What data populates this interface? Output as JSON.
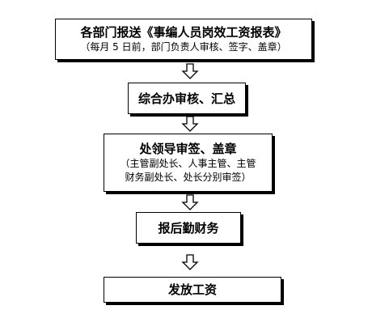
{
  "steps": [
    {
      "title": "各部门报送《事编人员岗效工资报表》",
      "note": "（每月 5 日前，部门负责人审核、签字、盖章）"
    },
    {
      "title": "综合办审核、汇总"
    },
    {
      "title": "处领导审签、盖章",
      "note_lines": [
        "（主管副处长、人事主管、主管",
        "财务副处长、处长分别审签）"
      ]
    },
    {
      "title": "报后勤财务"
    },
    {
      "title": "发放工资"
    }
  ]
}
